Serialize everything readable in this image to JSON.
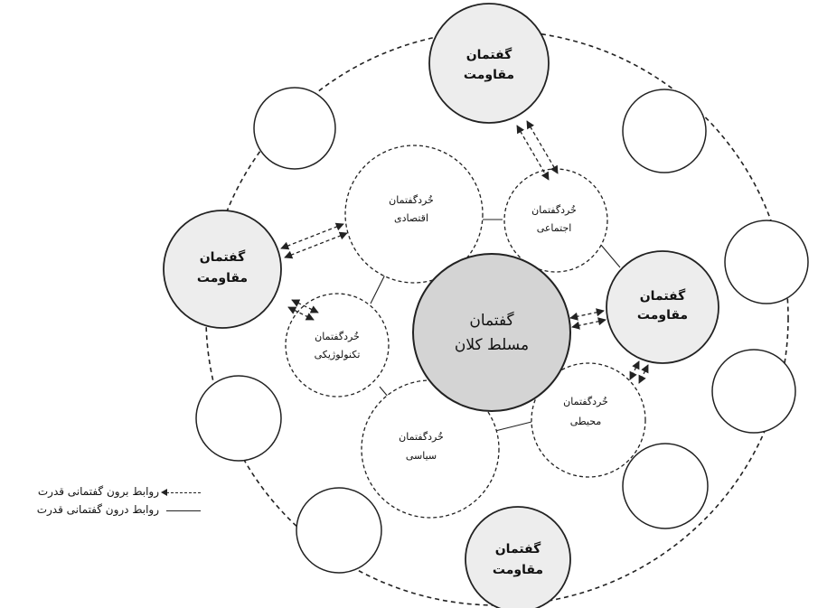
{
  "center": {
    "line1": "گفتمان",
    "line2": "مسلط کلان"
  },
  "resistance": {
    "line1": "گفتمان",
    "line2": "مقاومت"
  },
  "micro": {
    "economic": {
      "line1": "خُردگفتمان",
      "line2": "اقتصادی"
    },
    "social": {
      "line1": "خُردگفتمان",
      "line2": "اجتماعی"
    },
    "technological": {
      "line1": "خُردگفتمان",
      "line2": "تکنولوژیکی"
    },
    "political": {
      "line1": "خُردگفتمان",
      "line2": "سیاسی"
    },
    "environmental": {
      "line1": "خُردگفتمان",
      "line2": "محیطی"
    }
  },
  "legend": {
    "outside_relations": "روابط برون گفتمانی قدرت",
    "inside_relations": "روابط درون گفتمانی قدرت"
  },
  "colors": {
    "center_fill": "#d4d4d4",
    "resistance_fill": "#ededed",
    "stroke": "#222222"
  }
}
